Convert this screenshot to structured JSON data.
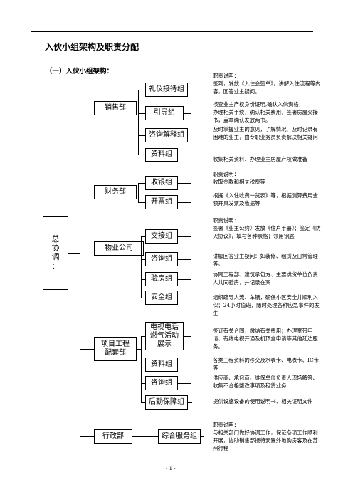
{
  "document": {
    "title": "入伙小组架构及职责分配",
    "subtitle": "（一）入伙小组架构：",
    "root": "总\n协\n调\n：",
    "page_number": "- 1 -"
  },
  "departments": [
    {
      "label": "销售部"
    },
    {
      "label": "财务部"
    },
    {
      "label": "物业公司"
    },
    {
      "label": "项目工程\n配套部"
    },
    {
      "label": "行政部"
    }
  ],
  "groups": [
    {
      "label": "礼仪接待组",
      "desc": "职责说明：\n签到，发放《入住会签单》，讲解入住流程等内容，回答业主疑问。"
    },
    {
      "label": "引导组",
      "desc": "核查业主产权身份证明,确认入伙资格，\n办理相关手续，确认相关费用，签署房屋交接书，盖章确认发放两书。"
    },
    {
      "label": "咨询解释组",
      "desc": "及时掌握业主的意见，了解情况，及时记录有困难的业主，由专职业务员负责解决相关疑问"
    },
    {
      "label": "资料组",
      "desc": "收集相关资料、办理业主房屋产权做准备"
    },
    {
      "label": "收银组",
      "desc": "职责说明：\n收取金款和相关税费等"
    },
    {
      "label": "开票组",
      "desc": "根据《入住收费一览表》等，根据测算费用金额开具发票及收据等"
    },
    {
      "label": "交接组",
      "desc": "职责说明：\n签署《业主公约》发放《住户手册》；签定《防火协议》，填写各种表格；领用钥匙"
    },
    {
      "label": "咨询组",
      "desc": "讲解回答业主疑问：如装修、租赁及日常管理等。"
    },
    {
      "label": "验房组",
      "desc": "协同工程部、建筑承包方、主要供货单位负责人共同验房，并记录在案"
    },
    {
      "label": "安全组",
      "desc": "组织疏导人流、车辆，确保小区安全井顺利入伙；24小时值班，随时处理各种应急事件的发生"
    },
    {
      "label": "电视电话\n燃气活动\n展示",
      "desc": "签订有关合同，缴纳有关费用；办理宽带申请、有线电视开通及机顶盒申请等其他延边服务。"
    },
    {
      "label": "资料组",
      "desc": "各类工程资料的移交及水表卡、电表卡、IC卡等"
    },
    {
      "label": "咨询组",
      "desc": "供应商、承包商、维保单位负责人现场解答、收集不合格整改事项及租赁业务"
    },
    {
      "label": "后勤保障组",
      "desc": "提供设施设备的使用说明书、相关证明文件"
    },
    {
      "label": "综合服务组",
      "desc": "职责说明：\n与相关部门做好协调工作，保证各项工作顺利开展，协助销售部接待安置外地购房客及在苏州行程"
    }
  ]
}
